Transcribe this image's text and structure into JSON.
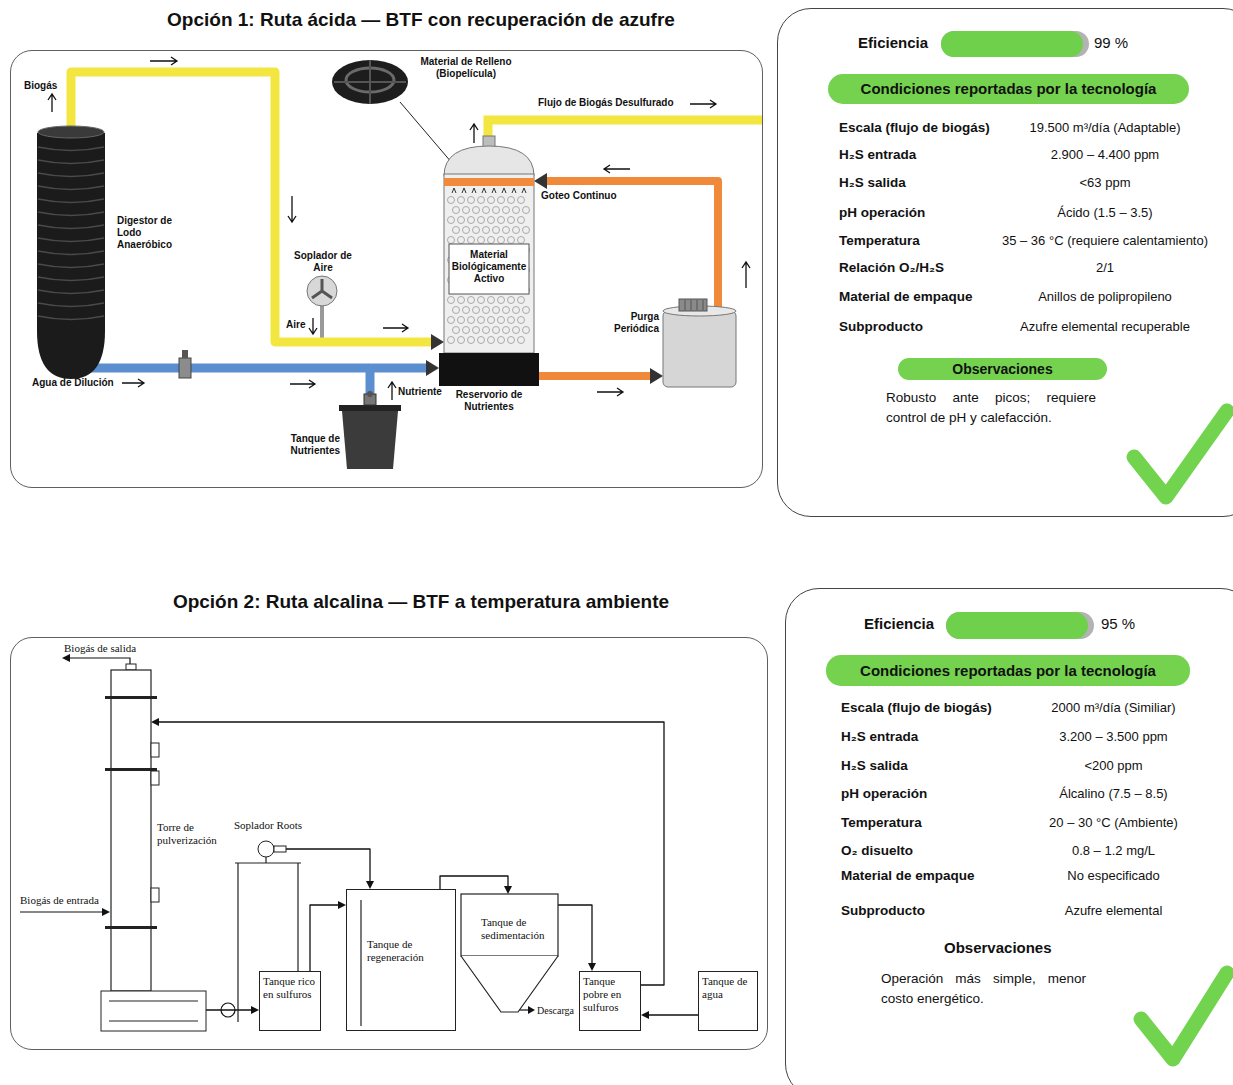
{
  "diagram": {
    "nodes": [
      {
        "text": [
          "Opción 1: Ruta ácida — BTF con recuperación de azufre"
        ]
      },
      {
        "text": [
          "Digestor de Lodo Anaeróbico"
        ],
        "in": 0
      },
      {
        "text": [
          "Material Biológicamente Activo"
        ],
        "in": 0
      },
      {
        "text": [
          "Reservorio de Nutrientes"
        ],
        "in": 0
      },
      {
        "text": [
          "Tanque de Nutrientes"
        ],
        "in": 0
      },
      {
        "text": [
          "Purga Periódica"
        ],
        "in": 0
      },
      {
        "text": [
          "Eficiencia",
          "99 %",
          "Escala (flujo de biogás)",
          "19.500 m³/día (Adaptable)",
          "H₂S entrada",
          "2.900 – 4.400 ppm",
          "H₂S salida",
          "<63 ppm",
          "pH operación",
          "Ácido (1.5 – 3.5)",
          "Temperatura",
          "35 – 36 °C (requiere calentamiento)",
          "Relación O₂/H₂S",
          "2/1",
          "Material de empaque",
          "Anillos de polipropileno",
          "Subproducto",
          "Azufre elemental recuperable",
          "Robusto ante picos; requiere control de pH y calefacción."
        ]
      },
      {
        "text": [
          "Condiciones reportadas por la tecnología"
        ],
        "in": 6
      },
      {
        "text": [
          "Observaciones"
        ],
        "in": 6
      },
      {
        "text": [
          "Opción 2: Ruta alcalina — BTF a temperatura ambiente"
        ]
      },
      {
        "text": [
          "Torre de pulverización"
        ],
        "in": 9
      },
      {
        "text": [
          "Soplador Roots"
        ],
        "in": 9
      },
      {
        "text": [
          "Tanque rico en sulfuros"
        ],
        "in": 9
      },
      {
        "text": [
          "Tanque de regeneración"
        ],
        "in": 9
      },
      {
        "text": [
          "Tanque de sedimentación"
        ],
        "in": 9
      },
      {
        "text": [
          "Tanque pobre en sulfuros"
        ],
        "in": 9
      },
      {
        "text": [
          "Tanque de agua"
        ],
        "in": 9
      },
      {
        "text": [
          "Eficiencia",
          "95 %",
          "Escala (flujo de biogás)",
          "2000 m³/día (Similiar)",
          "H₂S entrada",
          "3.200 – 3.500 ppm",
          "H₂S salida",
          "<200 ppm",
          "pH operación",
          "Álcalino (7.5 – 8.5)",
          "Temperatura",
          "20 – 30 °C (Ambiente)",
          "O₂ disuelto",
          "0.8 – 1.2 mg/L",
          "Material de empaque",
          "No especificado",
          "Subproducto",
          "Azufre elemental",
          "Observaciones",
          "Operación más simple, menor costo energético."
        ]
      },
      {
        "text": [
          "Condiciones reportadas por la tecnología"
        ],
        "in": 17
      }
    ],
    "edges": [
      {
        "from": 1,
        "to": 2,
        "arrow": "to"
      },
      {
        "from": 4,
        "to": 3,
        "arrow": "to"
      },
      {
        "from": 3,
        "to": 5,
        "arrow": "to"
      },
      {
        "from": 5,
        "to": 2,
        "arrow": "to"
      },
      {
        "from": 10,
        "to": 12,
        "arrow": "to"
      },
      {
        "from": 11,
        "to": 13,
        "arrow": "to"
      },
      {
        "from": 12,
        "to": 13,
        "arrow": "to"
      },
      {
        "from": 13,
        "to": 14,
        "arrow": "to"
      },
      {
        "from": 14,
        "to": 15,
        "arrow": "to"
      },
      {
        "from": 16,
        "to": 15,
        "arrow": "to"
      },
      {
        "from": 15,
        "to": 10,
        "arrow": "to"
      }
    ],
    "labels": [
      "Biogás",
      "Material de Relleno (Biopelícula)",
      "Flujo de Biogás Desulfurado",
      "Goteo Continuo",
      "Soplador de Aire",
      "Aire",
      "Agua de Dilución",
      "Nutriente",
      "Biogás de salida",
      "Biogás de entrada",
      "Descarga"
    ]
  }
}
